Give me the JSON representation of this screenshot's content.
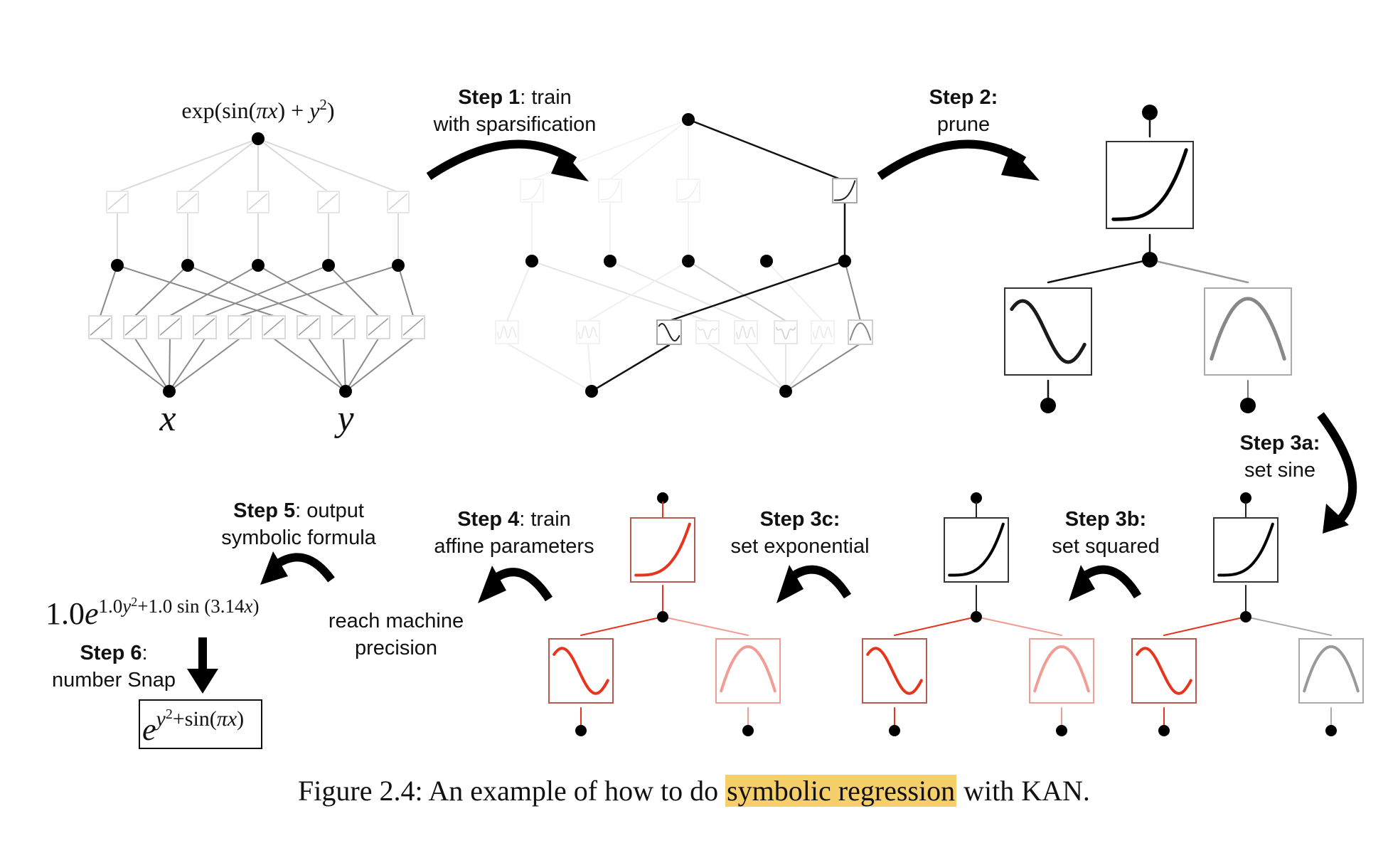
{
  "figure": {
    "caption": {
      "prefix": "Figure 2.4: An example of how to do ",
      "highlight": "symbolic regression",
      "suffix": " with KAN.",
      "highlight_color": "#f5cf6a"
    },
    "colors": {
      "ink": "#000000",
      "faint": "#d9d9d9",
      "mid_gray": "#888888",
      "red": "#e8331d",
      "red_box": "#b85a50",
      "pink": "#f19c94"
    },
    "target_formula": {
      "base": "exp(sin(",
      "pi": "π",
      "x": "x",
      "mid": ") + ",
      "y": "y",
      "exp": "2",
      "end": ")"
    },
    "inputs": {
      "x": "x",
      "y": "y"
    },
    "steps": {
      "s1": {
        "bold": "Step 1",
        "rest": ": train",
        "line2": "with sparsification"
      },
      "s2": {
        "bold": "Step 2",
        "rest": ":",
        "line2": "prune"
      },
      "s3a": {
        "bold": "Step 3a",
        "rest": ":",
        "line2": "set sine"
      },
      "s3b": {
        "bold": "Step 3b",
        "rest": ":",
        "line2": "set squared"
      },
      "s3c": {
        "bold": "Step 3c",
        "rest": ":",
        "line2": "set exponential"
      },
      "s4": {
        "bold": "Step 4",
        "rest": ": train",
        "line2": "affine parameters",
        "note1": "reach machine",
        "note2": "precision"
      },
      "s5": {
        "bold": "Step 5",
        "rest": ": output",
        "line2": "symbolic formula"
      },
      "s6": {
        "bold": "Step 6",
        "rest": ":",
        "line2": "number Snap"
      }
    },
    "symbolic_formula": {
      "coef": "1.0",
      "e": "e",
      "exp_part1": "1.0",
      "exp_y": "y",
      "exp_sq": "2",
      "exp_part2": "+1.0 sin (3.14",
      "exp_x": "x",
      "exp_end": ")"
    },
    "snapped_formula": {
      "e": "e",
      "y": "y",
      "sq": "2",
      "rest": "+sin(",
      "pi": "π",
      "x": "x",
      "end": ")"
    }
  }
}
